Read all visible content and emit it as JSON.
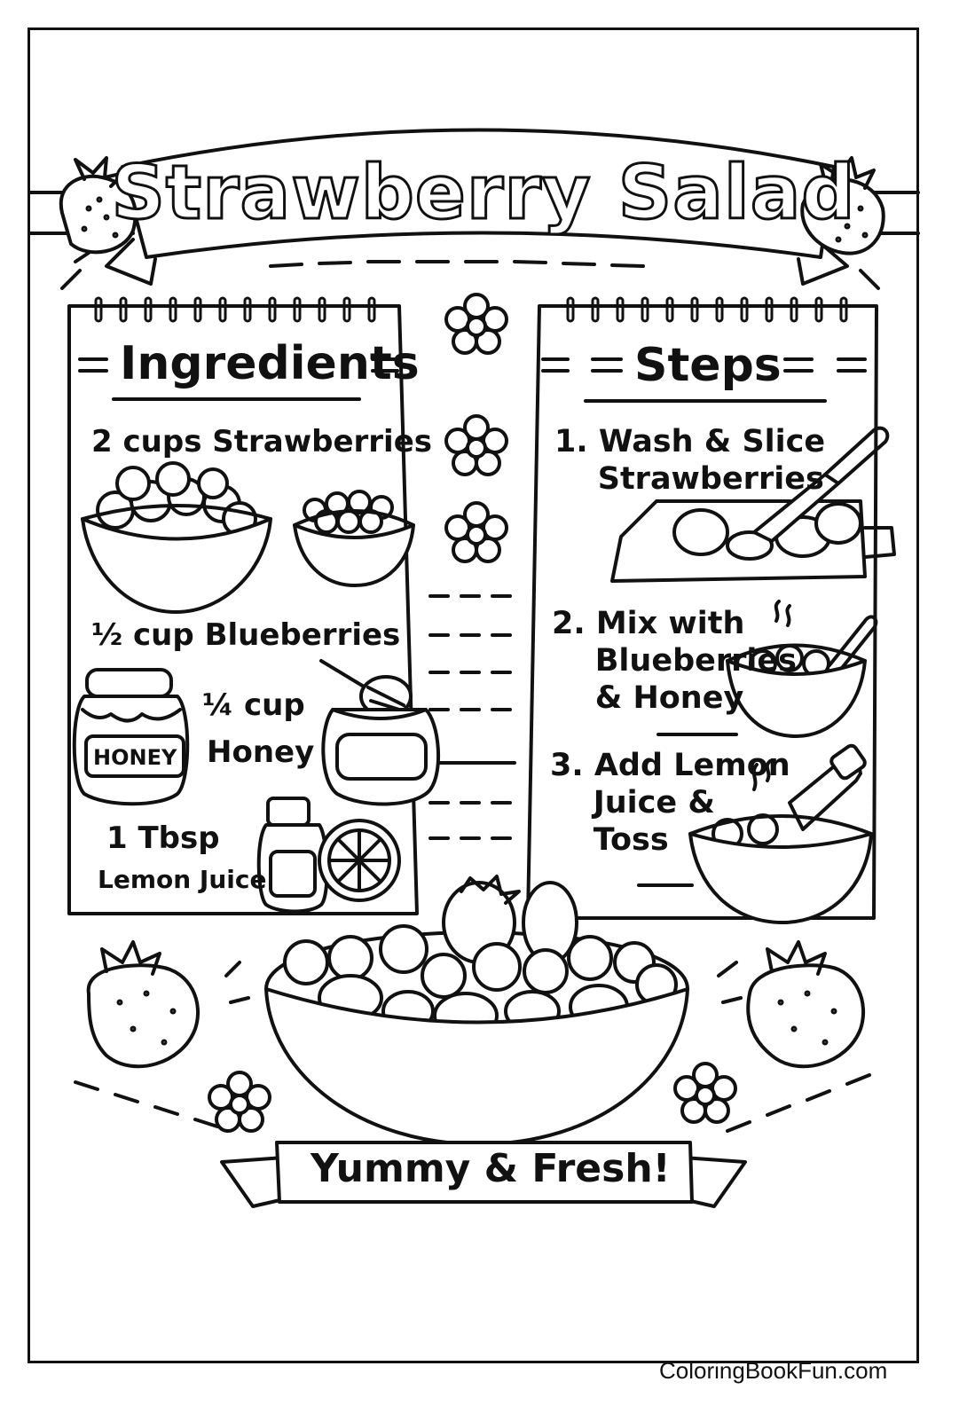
{
  "title": "Strawberry Salad",
  "ingredients": {
    "heading": "Ingredients",
    "items": [
      "2 cups Strawberries",
      "½ cup  Blueberries",
      "¼ cup",
      "Honey",
      "1 Tbsp",
      "Lemon Juice"
    ],
    "jar_label": "HONEY"
  },
  "steps": {
    "heading": "Steps",
    "items": [
      "1. Wash & Slice\n    Strawberries",
      "2. Mix with\n    Blueberries\n    & Honey",
      "3. Add Lemon\n    Juice &\n    Toss"
    ]
  },
  "footer": "Yummy & Fresh!",
  "credit": "ColoringBookFun.com",
  "colors": {
    "ink": "#111111",
    "paper": "#ffffff"
  }
}
